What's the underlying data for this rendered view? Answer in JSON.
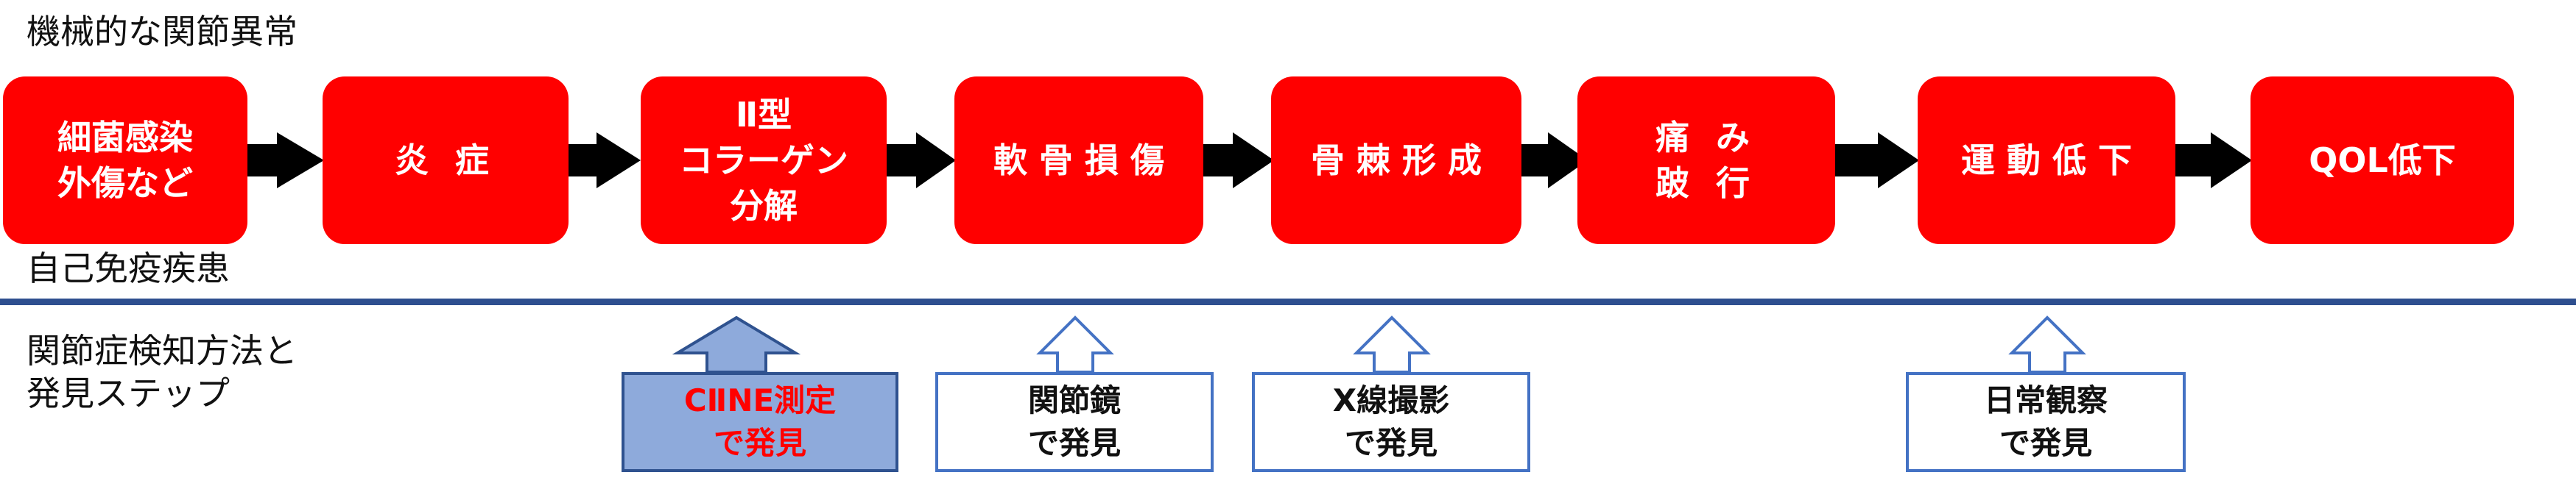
{
  "labels": {
    "mechanical": "機械的な関節異常",
    "autoimmune": "自己免疫疾患",
    "detection": "関節症検知方法と\n発見ステップ"
  },
  "steps": [
    "細菌感染\n外傷など",
    "炎 症",
    "Ⅱ型\nコラーゲン\n分解",
    "軟 骨 損 傷",
    "骨 棘 形 成",
    "痛 み\n跛 行",
    "運 動 低 下",
    "QOL低下"
  ],
  "methods": [
    "CⅡNE測定\nで発見",
    "関節鏡\nで発見",
    "X線撮影\nで発見",
    "日常観察\nで発見"
  ],
  "colors": {
    "step_fill": "#ff0000",
    "divider": "#2e4f8f",
    "method_border": "#4472c4",
    "method_active_fill": "#8eaadb",
    "method_active_text": "#ff0000"
  }
}
